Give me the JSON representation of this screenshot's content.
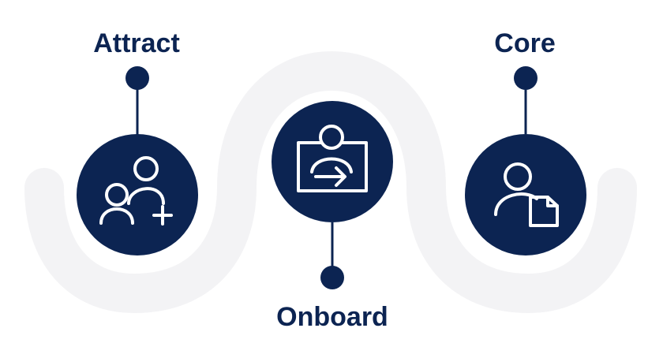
{
  "stages": [
    {
      "label": "Attract",
      "icon": "add-users-icon"
    },
    {
      "label": "Onboard",
      "icon": "user-arrow-frame-icon"
    },
    {
      "label": "Core",
      "icon": "user-document-icon"
    }
  ],
  "colors": {
    "primary": "#0c2452",
    "track": "#f3f3f5",
    "icon_stroke": "#ffffff"
  }
}
